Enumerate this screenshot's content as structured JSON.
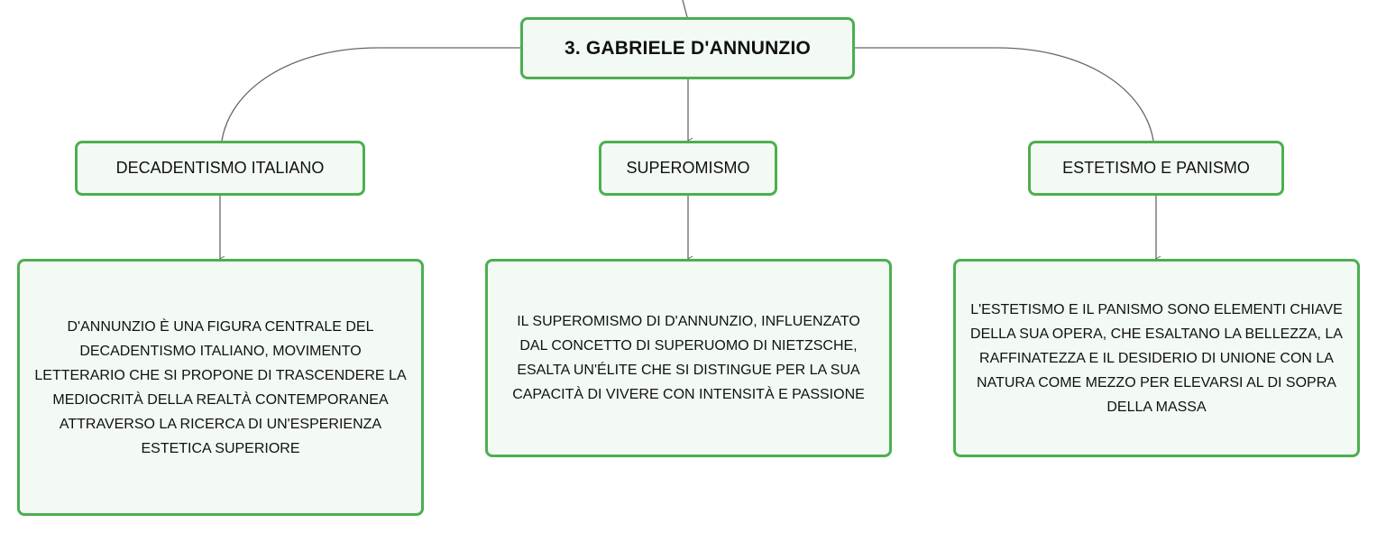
{
  "colors": {
    "border": "#4caf50",
    "fill": "#f3faf3",
    "connector": "#666666",
    "text": "#111111"
  },
  "root": {
    "label": "3. GABRIELE D'ANNUNZIO"
  },
  "topics": [
    {
      "label": "DECADENTISMO ITALIANO",
      "detail": "D'ANNUNZIO È UNA FIGURA CENTRALE DEL DECADENTISMO ITALIANO, MOVIMENTO LETTERARIO CHE SI PROPONE DI TRASCENDERE LA MEDIOCRITÀ DELLA REALTÀ CONTEMPORANEA ATTRAVERSO LA RICERCA DI UN'ESPERIENZA ESTETICA SUPERIORE"
    },
    {
      "label": "SUPEROMISMO",
      "detail": "IL SUPEROMISMO DI D'ANNUNZIO, INFLUENZATO DAL CONCETTO DI SUPERUOMO DI NIETZSCHE, ESALTA UN'ÉLITE CHE SI DISTINGUE PER LA SUA CAPACITÀ DI VIVERE CON INTENSITÀ E PASSIONE"
    },
    {
      "label": "ESTETISMO E PANISMO",
      "detail": "L'ESTETISMO E IL PANISMO SONO ELEMENTI CHIAVE DELLA SUA OPERA, CHE ESALTANO LA BELLEZZA, LA RAFFINATEZZA E IL DESIDERIO DI UNIONE CON LA NATURA COME MEZZO PER ELEVARSI AL DI SOPRA DELLA MASSA"
    }
  ]
}
